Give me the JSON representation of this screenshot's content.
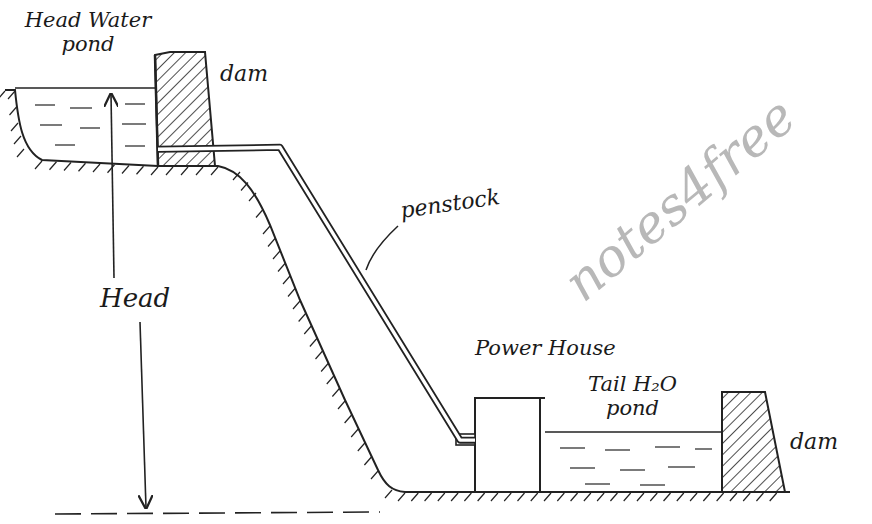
{
  "diagram": {
    "nodes": [
      {
        "text": [
          "Head Water pond"
        ]
      },
      {
        "text": [
          "Power House"
        ]
      },
      {
        "text": [
          "Tail H₂O pond"
        ]
      }
    ],
    "edges": [
      {
        "from": 0,
        "to": 1,
        "arrow": "none"
      }
    ],
    "labels": [
      "dam",
      "dam",
      "penstock",
      "Head",
      "notes4free"
    ]
  }
}
